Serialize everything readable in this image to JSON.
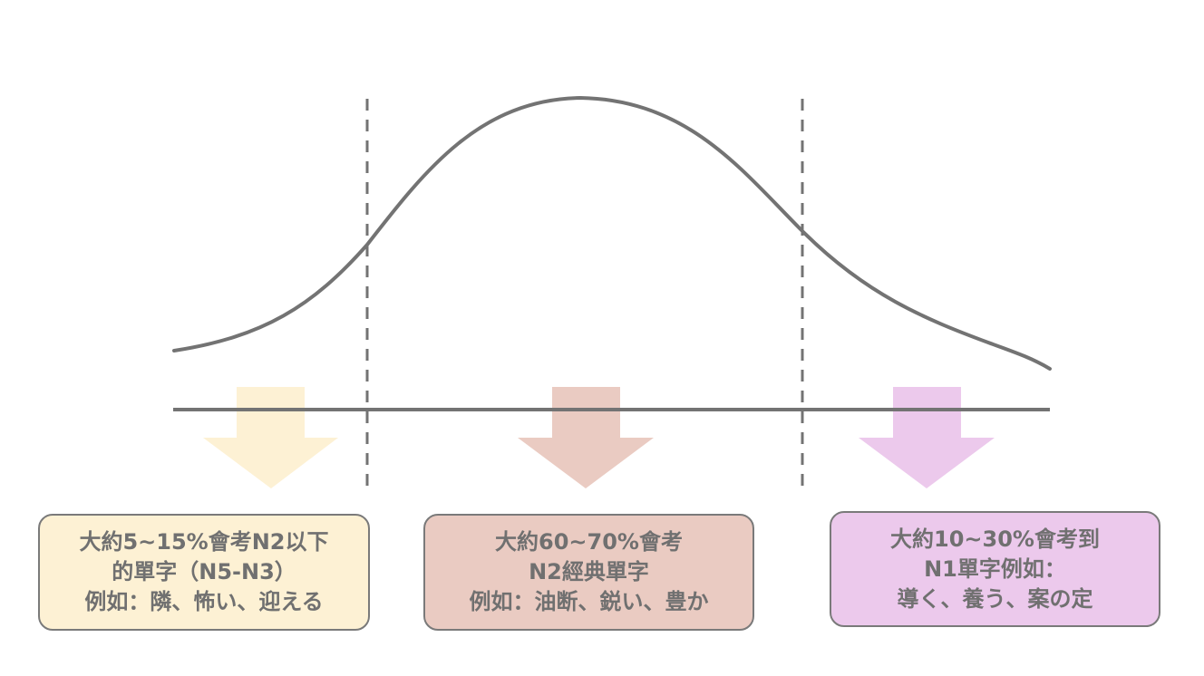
{
  "colors": {
    "curve": "#737373",
    "baseline": "#737373",
    "divider": "#737373",
    "text": "#707070",
    "box_border": "#7a7a7a"
  },
  "segments": [
    {
      "name": "low",
      "arrow_color": "#fdf1d4",
      "box_color": "#fdf1d4",
      "lines": [
        "大約5~15%會考N2以下",
        "的單字（N5-N3）",
        "例如：隣、怖い、迎える"
      ]
    },
    {
      "name": "middle",
      "arrow_color": "#eacbc2",
      "box_color": "#eacbc2",
      "lines": [
        "大約60~70%會考",
        "N2經典單字",
        "例如：油断、鋭い、豊か"
      ]
    },
    {
      "name": "high",
      "arrow_color": "#ecc9ec",
      "box_color": "#ecc9ec",
      "lines": [
        "大約10~30%會考到",
        "N1單字例如：",
        "導く、養う、案の定"
      ]
    }
  ]
}
